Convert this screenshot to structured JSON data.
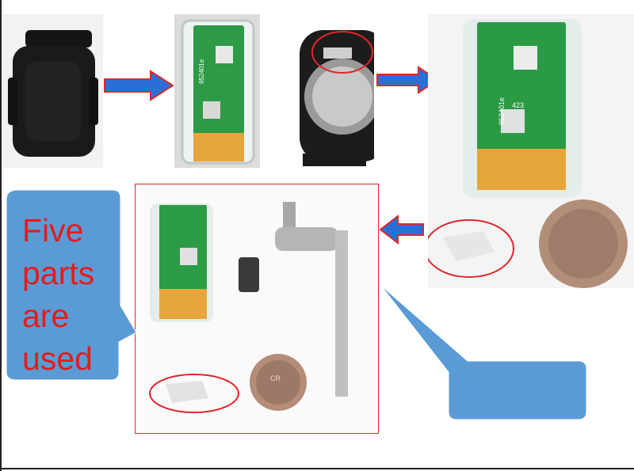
{
  "callout": {
    "text_lines": [
      "Five",
      "parts",
      "are",
      "used"
    ],
    "text_color": "#e51b1b",
    "bubble_color": "#5b9bd5"
  },
  "colors": {
    "arrow_fill": "#2a6fd6",
    "arrow_outline": "#e0262b",
    "highlight_circle": "#e0262b",
    "highlight_box": "#e0262b"
  },
  "pcb": {
    "row1": "952401e",
    "row2": "423"
  },
  "battery_mark": "CR"
}
